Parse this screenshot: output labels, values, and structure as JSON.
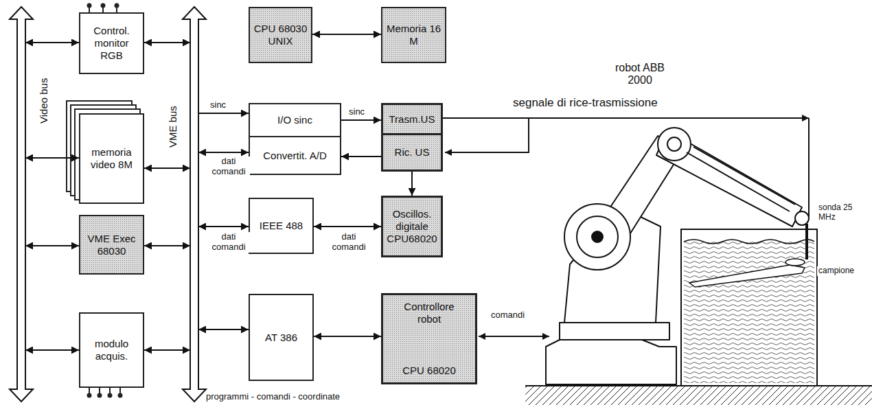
{
  "diagram": {
    "nodes": [
      {
        "text": [
          "Video bus"
        ]
      },
      {
        "text": [
          "Control. monitor RGB"
        ]
      },
      {
        "text": [
          "VME bus"
        ]
      },
      {
        "text": [
          "CPU 68030 UNIX"
        ]
      },
      {
        "text": [
          "Memoria 16 M"
        ]
      },
      {
        "text": [
          "memoria video 8M"
        ]
      },
      {
        "text": [
          "I/O sinc"
        ]
      },
      {
        "text": [
          "Convertit. A/D"
        ]
      },
      {
        "text": [
          "Trasm.US"
        ]
      },
      {
        "text": [
          "Ric. US"
        ]
      },
      {
        "text": [
          "VME Exec 68030"
        ]
      },
      {
        "text": [
          "IEEE 488"
        ]
      },
      {
        "text": [
          "Oscillos. digitale CPU68020"
        ]
      },
      {
        "text": [
          "modulo acquis."
        ]
      },
      {
        "text": [
          "AT 386"
        ]
      },
      {
        "text": [
          "Controllore robot",
          "CPU 68020"
        ]
      }
    ],
    "edges": [
      {
        "from": 1,
        "to": 0,
        "arrow": "both"
      },
      {
        "from": 1,
        "to": 2,
        "arrow": "both"
      },
      {
        "from": 3,
        "to": 4,
        "arrow": "both"
      },
      {
        "from": 5,
        "to": 0,
        "arrow": "both"
      },
      {
        "from": 5,
        "to": 2,
        "arrow": "both"
      },
      {
        "from": 2,
        "to": 6,
        "label": "sinc",
        "arrow": "to"
      },
      {
        "from": 6,
        "to": 8,
        "label": "sinc",
        "arrow": "to"
      },
      {
        "from": 9,
        "to": 7,
        "arrow": "to"
      },
      {
        "from": 7,
        "to": 2,
        "label": "dati comandi",
        "arrow": "both"
      },
      {
        "from": 9,
        "to": 12,
        "arrow": "to"
      },
      {
        "from": 10,
        "to": 0,
        "arrow": "both"
      },
      {
        "from": 10,
        "to": 2,
        "arrow": "both"
      },
      {
        "from": 11,
        "to": 2,
        "label": "dati comandi",
        "arrow": "both"
      },
      {
        "from": 11,
        "to": 12,
        "label": "dati comandi",
        "arrow": "both"
      },
      {
        "from": 13,
        "to": 0,
        "arrow": "both"
      },
      {
        "from": 13,
        "to": 2,
        "arrow": "both"
      },
      {
        "from": 14,
        "to": 2,
        "arrow": "both"
      },
      {
        "from": 14,
        "to": 15,
        "arrow": "both"
      }
    ],
    "labels": [
      "segnale di rice-trasmissione",
      "robot ABB 2000",
      "sonda 25 MHz",
      "campione",
      "comandi",
      "programmi - comandi - coordinate"
    ]
  }
}
